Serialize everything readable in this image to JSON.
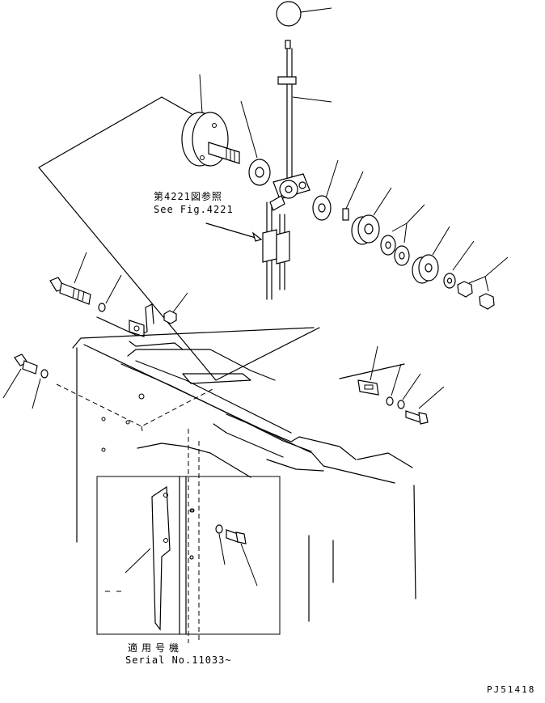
{
  "figure": {
    "reference": {
      "jp": "第4221図参照",
      "en": "See Fig.4221"
    },
    "serial_applicability": {
      "jp": "適用号機",
      "en": "Serial No.11033~"
    },
    "drawing_code": "PJ51418"
  },
  "colors": {
    "line": "#000000",
    "background": "#ffffff"
  }
}
